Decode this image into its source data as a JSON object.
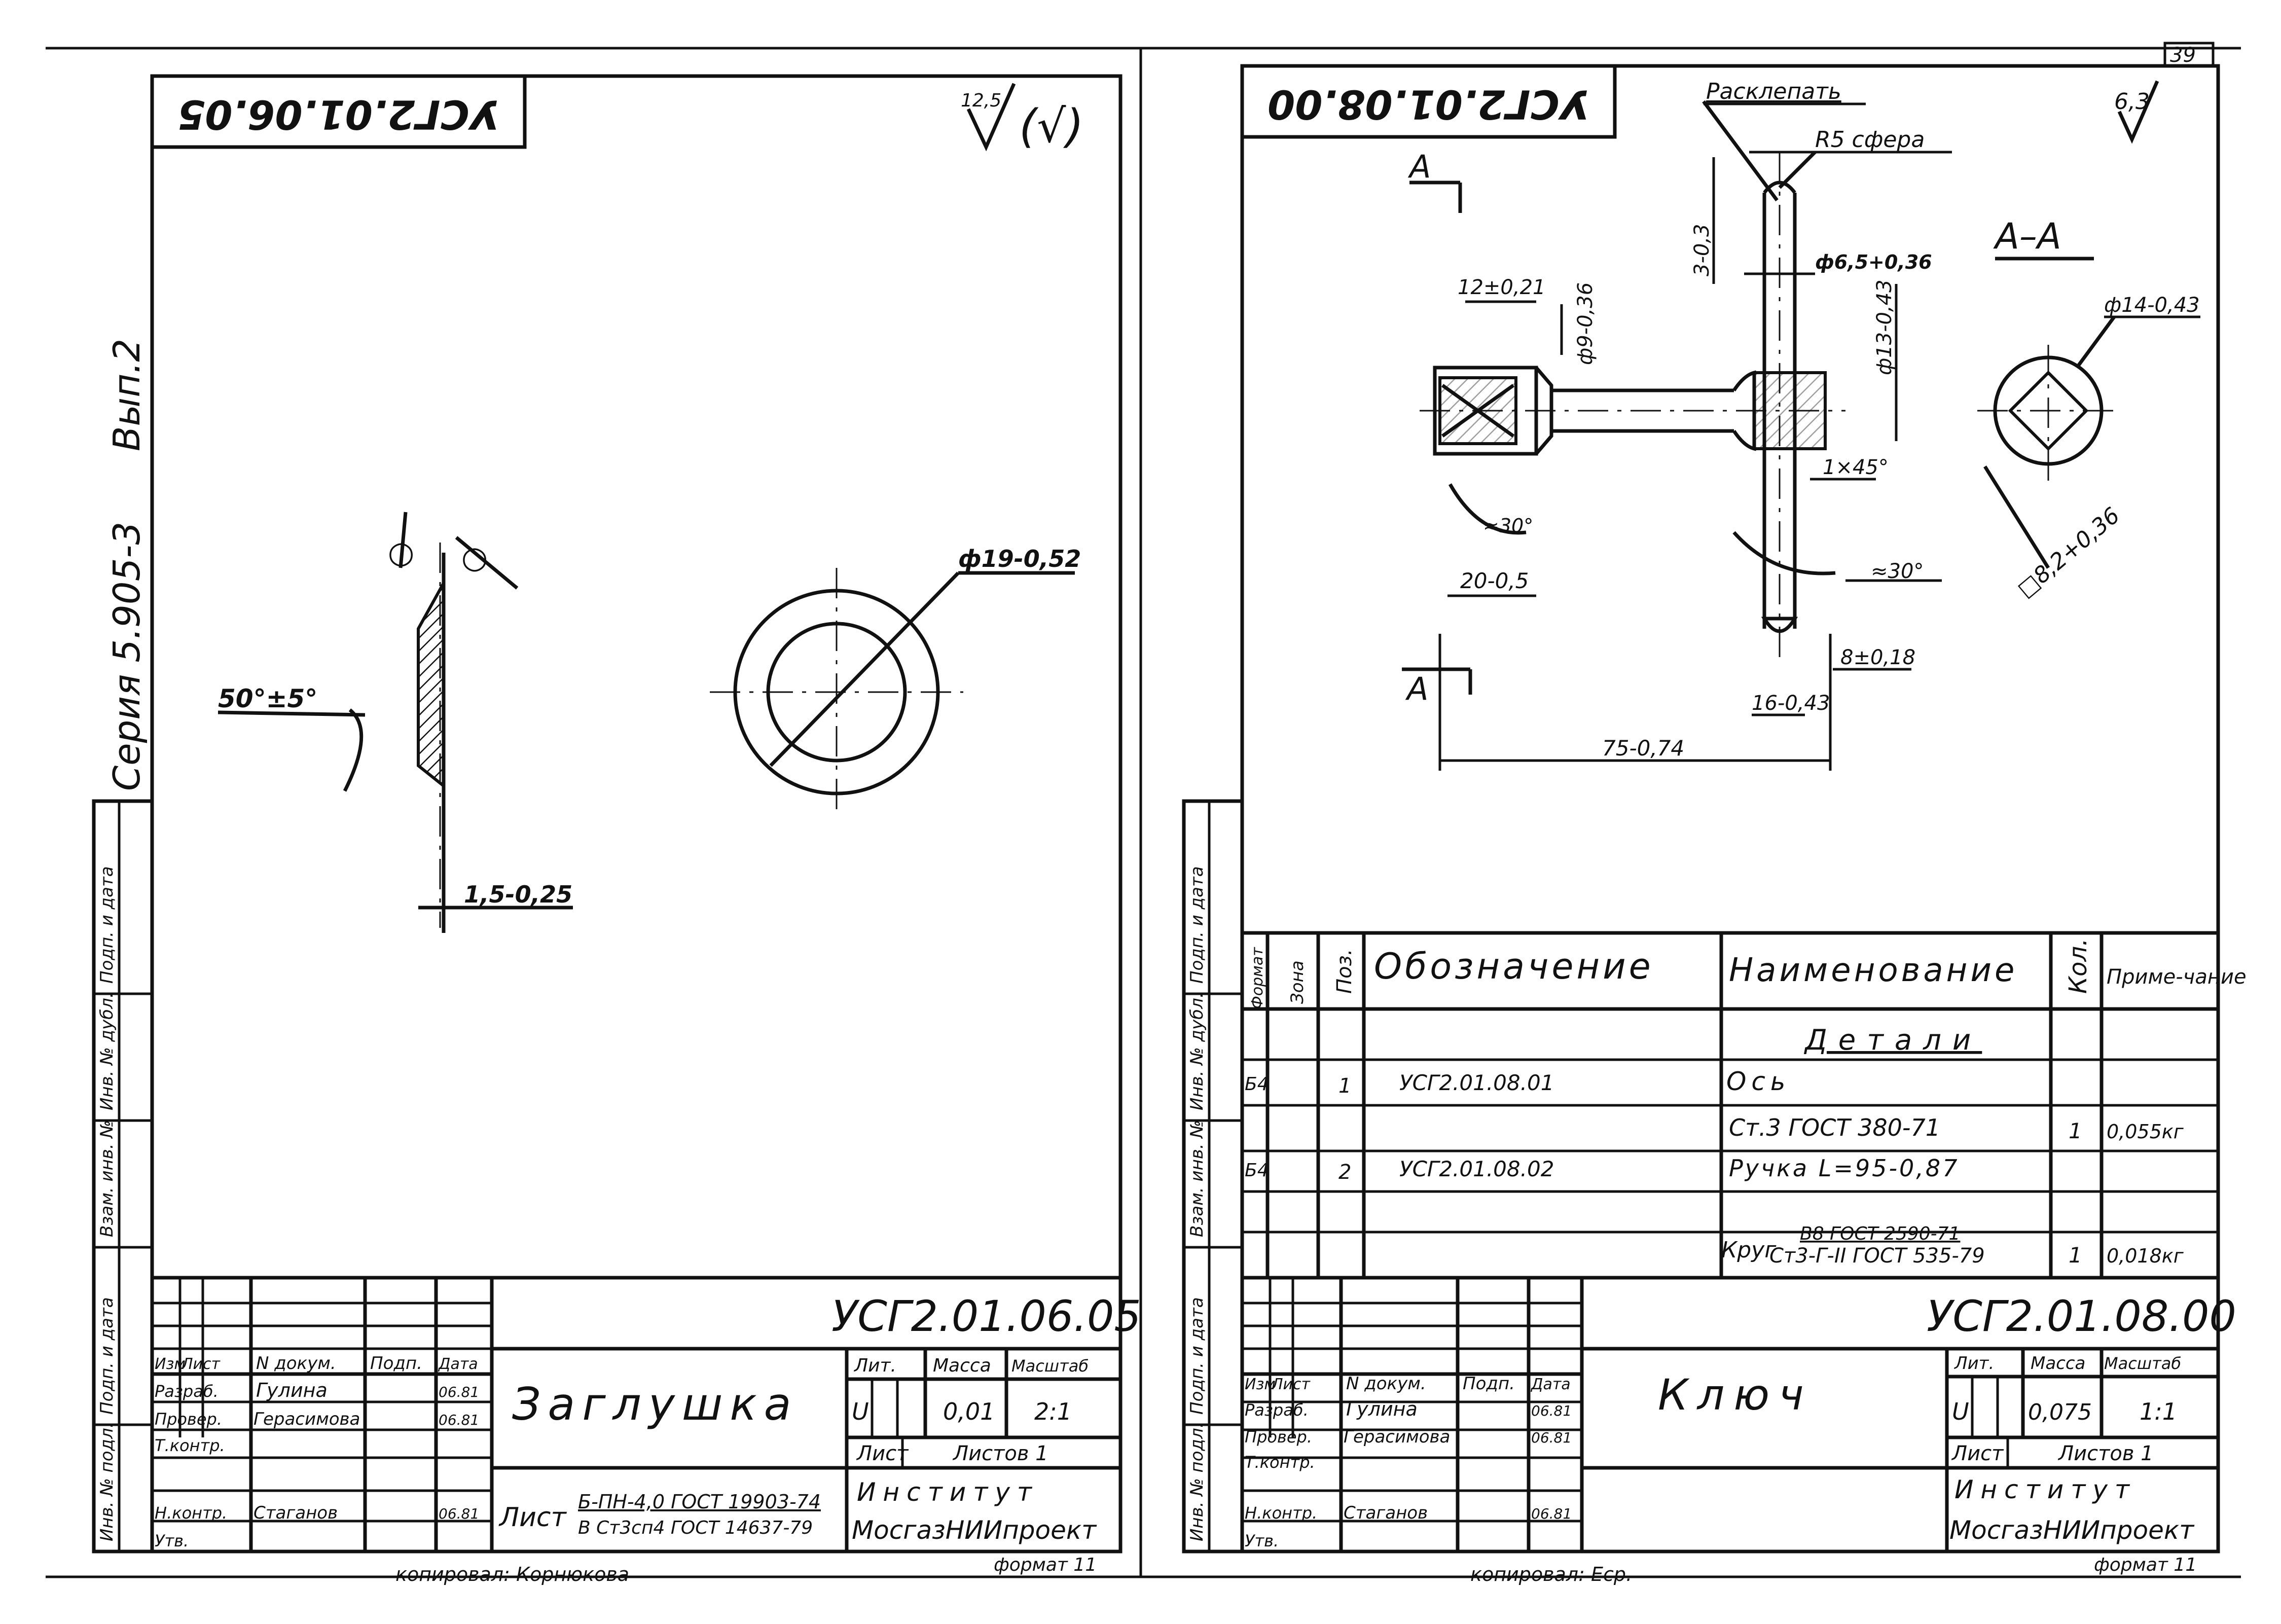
{
  "page_number": "39",
  "series": {
    "text": "Серия 5.905-3",
    "issue": "Вып.2"
  },
  "side_stamps": [
    "Инв. № подл.",
    "Подп. и дата",
    "Взам. инв. №",
    "Инв. № дубл.",
    "Подп. и дата"
  ],
  "left_sheet": {
    "mirrored_code": "УСГ2.01.06.05",
    "roughness": {
      "value": "12,5",
      "rest_mark": "(√)"
    },
    "dims": {
      "diameter": "ф19-0,52",
      "angle": "50°±5°",
      "thickness": "1,5-0,25",
      "weld_left": "○",
      "weld_right": "○"
    },
    "title_block": {
      "code": "УСГ2.01.06.05",
      "title": "Заглушка",
      "headers": {
        "izm": "Изм",
        "list": "Лист",
        "ndoc": "N докум.",
        "podp": "Подп.",
        "data": "Дата",
        "lit": "Лит.",
        "massa": "Масса",
        "masshtab": "Масштаб"
      },
      "rows": [
        {
          "role": "Разраб.",
          "name": "Гулина",
          "date": "06.81"
        },
        {
          "role": "Провер.",
          "name": "Герасимова",
          "date": "06.81"
        },
        {
          "role": "Т.контр.",
          "name": "",
          "date": ""
        },
        {
          "role": "Н.контр.",
          "name": "Стаганов",
          "date": "06.81"
        },
        {
          "role": "Утв.",
          "name": "",
          "date": ""
        }
      ],
      "lit": "U",
      "mass": "0,01",
      "scale": "2:1",
      "sheet_label": "Лист",
      "sheets_label": "Листов 1",
      "material_prefix": "Лист",
      "material_top": "Б-ПН-4,0 ГОСТ 19903-74",
      "material_bottom": "В Ст3сп4 ГОСТ 14637-79",
      "org1": "Институт",
      "org2": "МосгазНИИпроект"
    },
    "copied": "копировал: Корнюкова",
    "format": "формат 11"
  },
  "right_sheet": {
    "mirrored_code": "УСГ2.01.08.00",
    "roughness": "6,3",
    "section_mark": "А",
    "section_title": "А–А",
    "dims": {
      "rivet": "Расклепать",
      "sphere": "R5 сфера",
      "d65": "ф6,5+0,36",
      "d13": "ф13-0,43",
      "d9": "ф9-0,36",
      "len12": "12±0,21",
      "len3": "3-0,3",
      "chamfer": "1×45°",
      "ang30a": "≈30°",
      "ang30b": "≈30°",
      "len20": "20-0,5",
      "len8": "8±0,18",
      "len16": "16-0,43",
      "len75": "75-0,74",
      "d14": "ф14-0,43",
      "sq": "□8,2+0,36"
    },
    "spec": {
      "headers": {
        "format": "Формат",
        "zone": "Зона",
        "pos": "Поз.",
        "designation": "Обозначение",
        "name": "Наименование",
        "qty": "Кол.",
        "note": "Приме-чание"
      },
      "section": "Детали",
      "rows": [
        {
          "format": "Б4",
          "pos": "1",
          "designation": "УСГ2.01.08.01",
          "name": "Ось",
          "qty": "",
          "note": ""
        },
        {
          "format": "",
          "pos": "",
          "designation": "",
          "name": "Ст.3  ГОСТ 380-71",
          "qty": "1",
          "note": "0,055кг"
        },
        {
          "format": "Б4",
          "pos": "2",
          "designation": "УСГ2.01.08.02",
          "name": "Ручка L=95-0,87",
          "qty": "",
          "note": ""
        },
        {
          "format": "",
          "pos": "",
          "designation": "",
          "name": "",
          "qty": "",
          "note": ""
        },
        {
          "format": "",
          "pos": "",
          "designation": "",
          "name_prefix": "Круг",
          "name_top": "В8 ГОСТ 2590-71",
          "name_bottom": "Ст3-Г-II ГОСТ 535-79",
          "qty": "1",
          "note": "0,018кг"
        }
      ]
    },
    "title_block": {
      "code": "УСГ2.01.08.00",
      "title": "Ключ",
      "headers": {
        "izm": "Изм",
        "list": "Лист",
        "ndoc": "N докум.",
        "podp": "Подп.",
        "data": "Дата",
        "lit": "Лит.",
        "massa": "Масса",
        "masshtab": "Масштаб"
      },
      "rows": [
        {
          "role": "Разраб.",
          "name": "Гулина",
          "date": "06.81"
        },
        {
          "role": "Провер.",
          "name": "Герасимова",
          "date": "06.81"
        },
        {
          "role": "Т.контр.",
          "name": "",
          "date": ""
        },
        {
          "role": "Н.контр.",
          "name": "Стаганов",
          "date": "06.81"
        },
        {
          "role": "Утв.",
          "name": "",
          "date": ""
        }
      ],
      "lit": "U",
      "mass": "0,075",
      "scale": "1:1",
      "sheet_label": "Лист",
      "sheets_label": "Листов 1",
      "org1": "Институт",
      "org2": "МосгазНИИпроект"
    },
    "copied": "копировал: Еср.",
    "format": "формат 11"
  }
}
